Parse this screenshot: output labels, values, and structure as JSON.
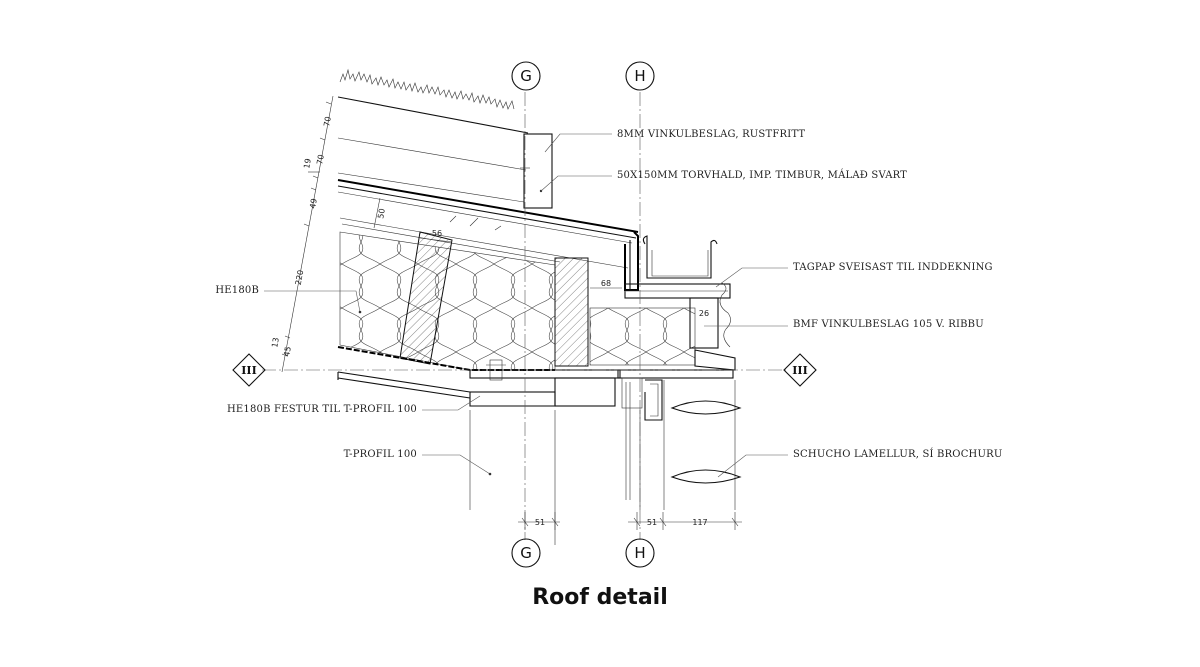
{
  "title": "Roof detail",
  "grids": {
    "top_left": "G",
    "top_right": "H",
    "bottom_left": "G",
    "bottom_right": "H",
    "section_left": "III",
    "section_right": "III"
  },
  "labels": {
    "vinkulbeslag_8mm": "8MM VINKULBESLAG, RUSTFRITT",
    "torvhald": "50X150MM TORVHALD, IMP. TIMBUR, MÁLAÐ SVART",
    "tagpap": "TAGPAP SVEISAST TIL INDDEKNING",
    "bmf": "BMF VINKULBESLAG 105 V. RIBBU",
    "he180b": "HE180B",
    "he180b_festur": "HE180B FESTUR TIL T-PROFIL 100",
    "t_profil": "T-PROFIL 100",
    "schucho": "SCHUCHO LAMELLUR, SÍ BROCHURU"
  },
  "dimensions": {
    "d70a": "70",
    "d70b": "70",
    "d19": "19",
    "d49": "49",
    "d220": "220",
    "d13": "13",
    "d45": "45",
    "d50": "50",
    "d56": "56",
    "d68": "68",
    "d26": "26",
    "d51a": "51",
    "d51b": "51",
    "d117": "117"
  },
  "colors": {
    "line": "#111111",
    "background": "#ffffff"
  }
}
